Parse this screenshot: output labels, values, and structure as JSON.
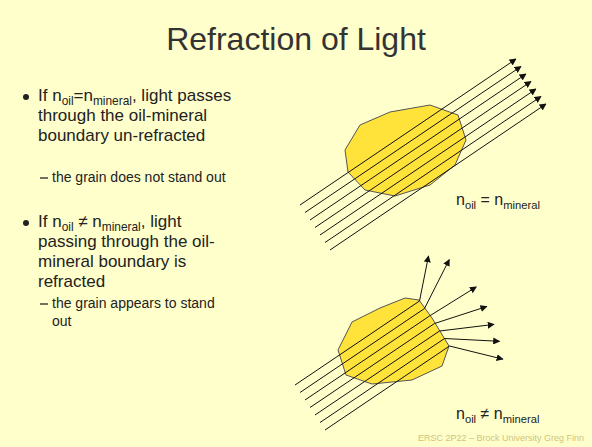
{
  "diagram": {
    "title": "Refraction of Light",
    "labels": [
      "If n",
      "oil",
      "=n",
      "mineral",
      ", light passes through the oil-mineral boundary un-refracted",
      "the grain does not stand out",
      "If n",
      "oil",
      " ≠ n",
      "mineral",
      ", light passing through the oil-mineral boundary is refracted",
      "the grain appears to stand out",
      "n",
      "oil",
      " = n",
      "mineral",
      "n",
      "oil",
      " ≠ n",
      "mineral",
      "ERSC 2P22 – Brock University Greg Finn"
    ]
  }
}
